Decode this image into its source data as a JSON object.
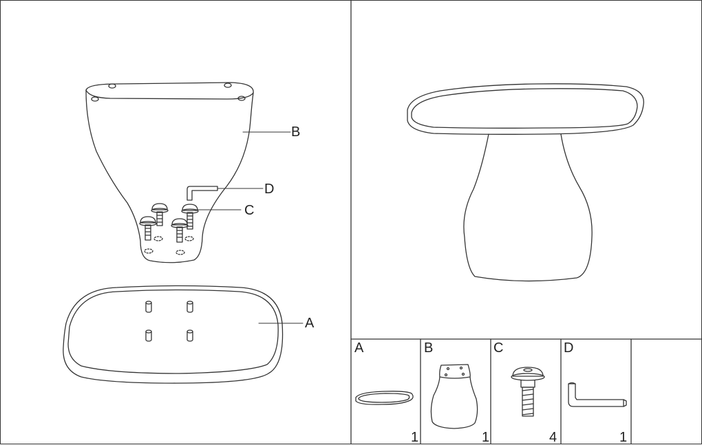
{
  "callouts": {
    "a": "A",
    "b": "B",
    "c": "C",
    "d": "D"
  },
  "parts": [
    {
      "letter": "A",
      "qty": "1"
    },
    {
      "letter": "B",
      "qty": "1"
    },
    {
      "letter": "C",
      "qty": "4"
    },
    {
      "letter": "D",
      "qty": "1"
    }
  ]
}
